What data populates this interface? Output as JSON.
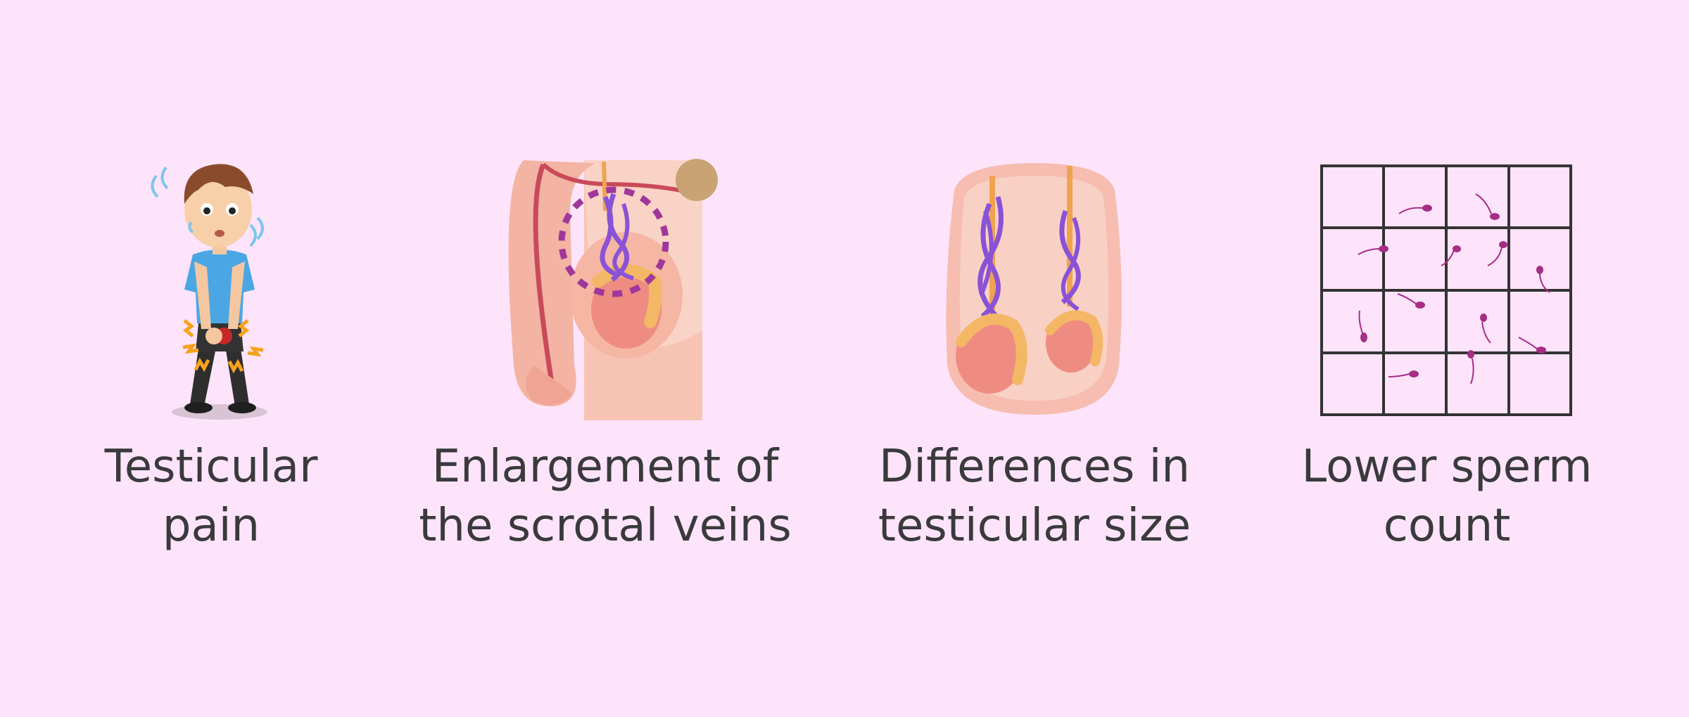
{
  "colors": {
    "background": "#fee4fb",
    "text": "#3a3a3c",
    "skin": "#f7b9ad",
    "vein": "#8a52d6",
    "testis": "#ef8c82",
    "epididymis": "#f3b766",
    "grid": "#333333",
    "sperm": "#a62d86",
    "shirt": "#4ba7e4",
    "pain": "#f6a21e"
  },
  "panels": [
    {
      "id": "testicular-pain",
      "icon": "boy-in-pain-icon",
      "line1": "Testicular",
      "line2": "pain"
    },
    {
      "id": "enlarged-veins",
      "icon": "scrotal-veins-cross-section-icon",
      "line1": "Enlargement of",
      "line2": "the scrotal veins"
    },
    {
      "id": "size-difference",
      "icon": "uneven-testicles-icon",
      "line1": "Differences in",
      "line2": "testicular size"
    },
    {
      "id": "low-sperm",
      "icon": "sperm-count-grid-icon",
      "line1": "Lower sperm",
      "line2": "count"
    }
  ]
}
